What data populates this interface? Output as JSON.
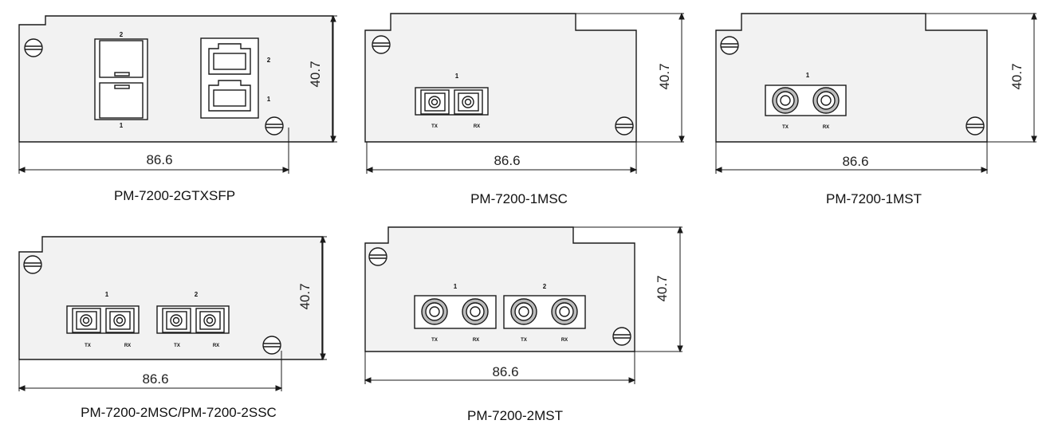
{
  "modules": [
    {
      "name": "PM-7200-2GTXSFP",
      "width_label": "86.6",
      "height_label": "40.7",
      "sfp_labels": {
        "top": "2",
        "bottom": "1"
      },
      "rj45_labels": {
        "top": "2",
        "bottom": "1"
      }
    },
    {
      "name": "PM-7200-1MSC",
      "width_label": "86.6",
      "height_label": "40.7",
      "ports": [
        {
          "number": "1",
          "tx": "TX",
          "rx": "RX"
        }
      ]
    },
    {
      "name": "PM-7200-1MST",
      "width_label": "86.6",
      "height_label": "40.7",
      "ports": [
        {
          "number": "1",
          "tx": "TX",
          "rx": "RX"
        }
      ]
    },
    {
      "name": "PM-7200-2MSC/PM-7200-2SSC",
      "width_label": "86.6",
      "height_label": "40.7",
      "ports": [
        {
          "number": "1",
          "tx": "TX",
          "rx": "RX"
        },
        {
          "number": "2",
          "tx": "TX",
          "rx": "RX"
        }
      ]
    },
    {
      "name": "PM-7200-2MST",
      "width_label": "86.6",
      "height_label": "40.7",
      "ports": [
        {
          "number": "1",
          "tx": "TX",
          "rx": "RX"
        },
        {
          "number": "2",
          "tx": "TX",
          "rx": "RX"
        }
      ]
    }
  ],
  "colors": {
    "panel": "#f2f2f2",
    "stroke": "#1a1a1a",
    "port_fill": "#ffffff",
    "st_fill": "#bdbdbd"
  }
}
